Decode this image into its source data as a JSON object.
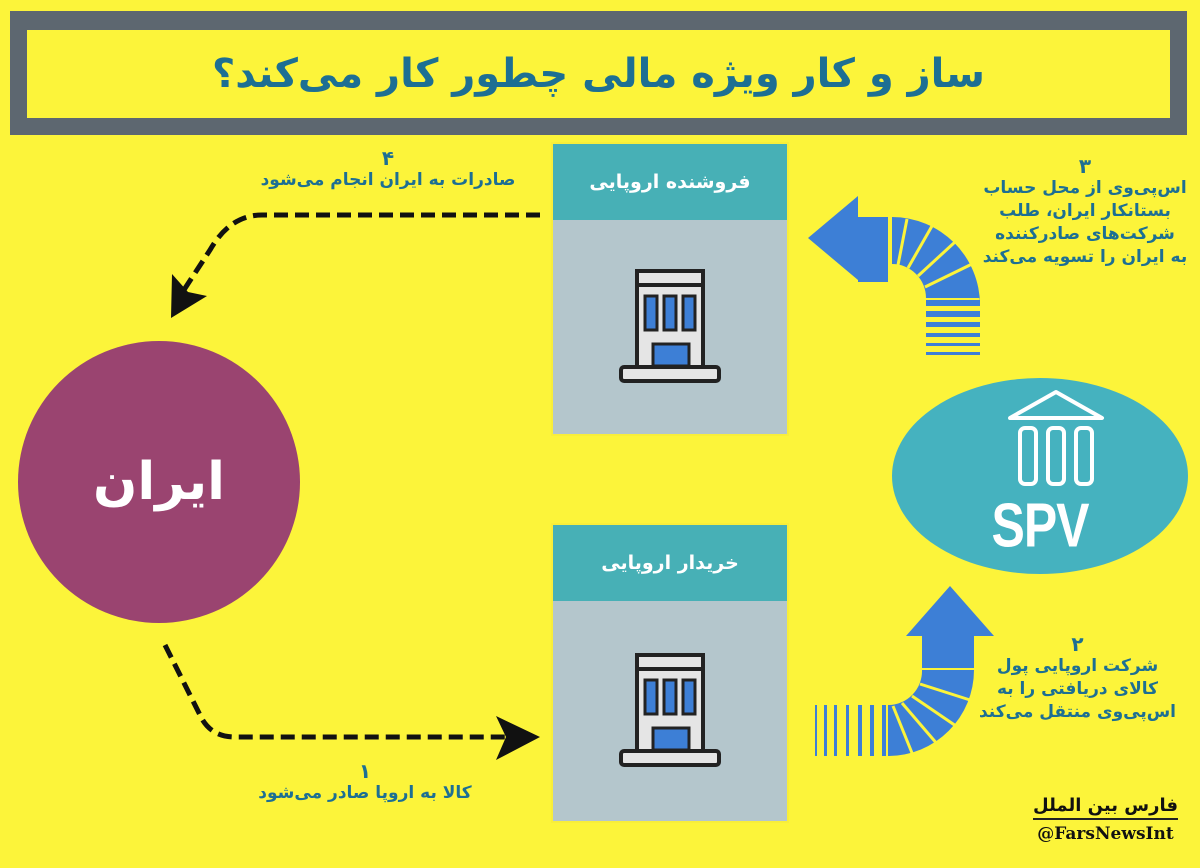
{
  "title": "ساز و کار ویژه مالی چطور کار می‌کند؟",
  "colors": {
    "background": "#fcf43a",
    "title_frame": "#5d6770",
    "title_text": "#1d6f93",
    "iran_circle": "#9a4470",
    "spv_ellipse": "#45b2bf",
    "card_header": "#47b0b6",
    "card_body": "#b4c6cc",
    "flow_arrow": "#3d7fd6",
    "dashed_arrow": "#111111"
  },
  "nodes": {
    "iran": {
      "label": "ایران"
    },
    "spv": {
      "label": "SPV",
      "icon": "bank-building-icon"
    },
    "seller": {
      "label": "فروشنده اروپایی",
      "icon": "office-building-icon"
    },
    "buyer": {
      "label": "خریدار اروپایی",
      "icon": "office-building-icon"
    }
  },
  "steps": [
    {
      "number": "۱",
      "text": "کالا به اروپا صادر می‌شود",
      "from": "iran",
      "to": "buyer"
    },
    {
      "number": "۲",
      "lines": [
        "شرکت اروپایی پول",
        "کالای دریافتی را به",
        "اس‌پی‌وی منتقل می‌کند"
      ],
      "from": "buyer",
      "to": "spv"
    },
    {
      "number": "۳",
      "lines": [
        "اس‌پی‌وی از محل حساب",
        "بستانکار ایران، طلب",
        "شرکت‌های صادرکننده",
        "به ایران را تسویه می‌کند"
      ],
      "from": "spv",
      "to": "seller"
    },
    {
      "number": "۴",
      "text": "صادرات به ایران انجام می‌شود",
      "from": "seller",
      "to": "iran"
    }
  ],
  "credit": {
    "name": "فارس بین الملل",
    "handle": "@FarsNewsInt"
  }
}
